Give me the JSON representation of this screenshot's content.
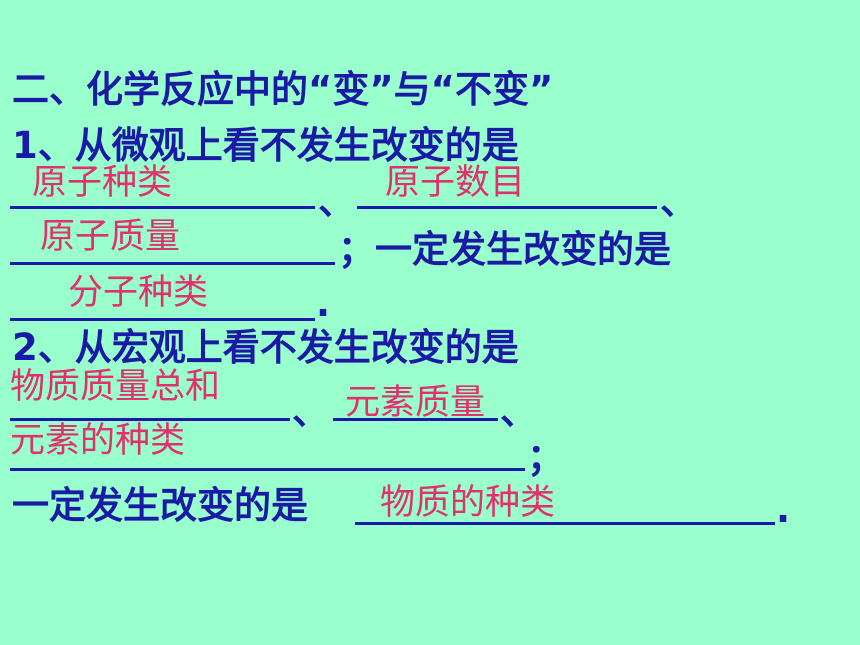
{
  "heading": "二、化学反应中的“变”与“不变”",
  "q1": {
    "prompt": "1、从微观上看不发生改变的是",
    "comma1": "、",
    "comma2": "、",
    "semi_text": "；一定发生改变的是",
    "period": ".",
    "answers": {
      "a1": "原子种类",
      "a2": "原子数目",
      "a3": "原子质量",
      "a4": "分子种类"
    }
  },
  "q2": {
    "prompt": "2、从宏观上看不发生改变的是",
    "comma": "、",
    "comma_end": "、",
    "semicolon": "；",
    "line4": "一定发生改变的是",
    "period": ".",
    "answers": {
      "b1": "物质质量总和",
      "b2": "元素质量",
      "b3": "元素的种类",
      "b4": "物质的种类"
    }
  },
  "colors": {
    "background": "#99ffcc",
    "question_text": "#1a1aa6",
    "answer_text": "#e0306e"
  }
}
